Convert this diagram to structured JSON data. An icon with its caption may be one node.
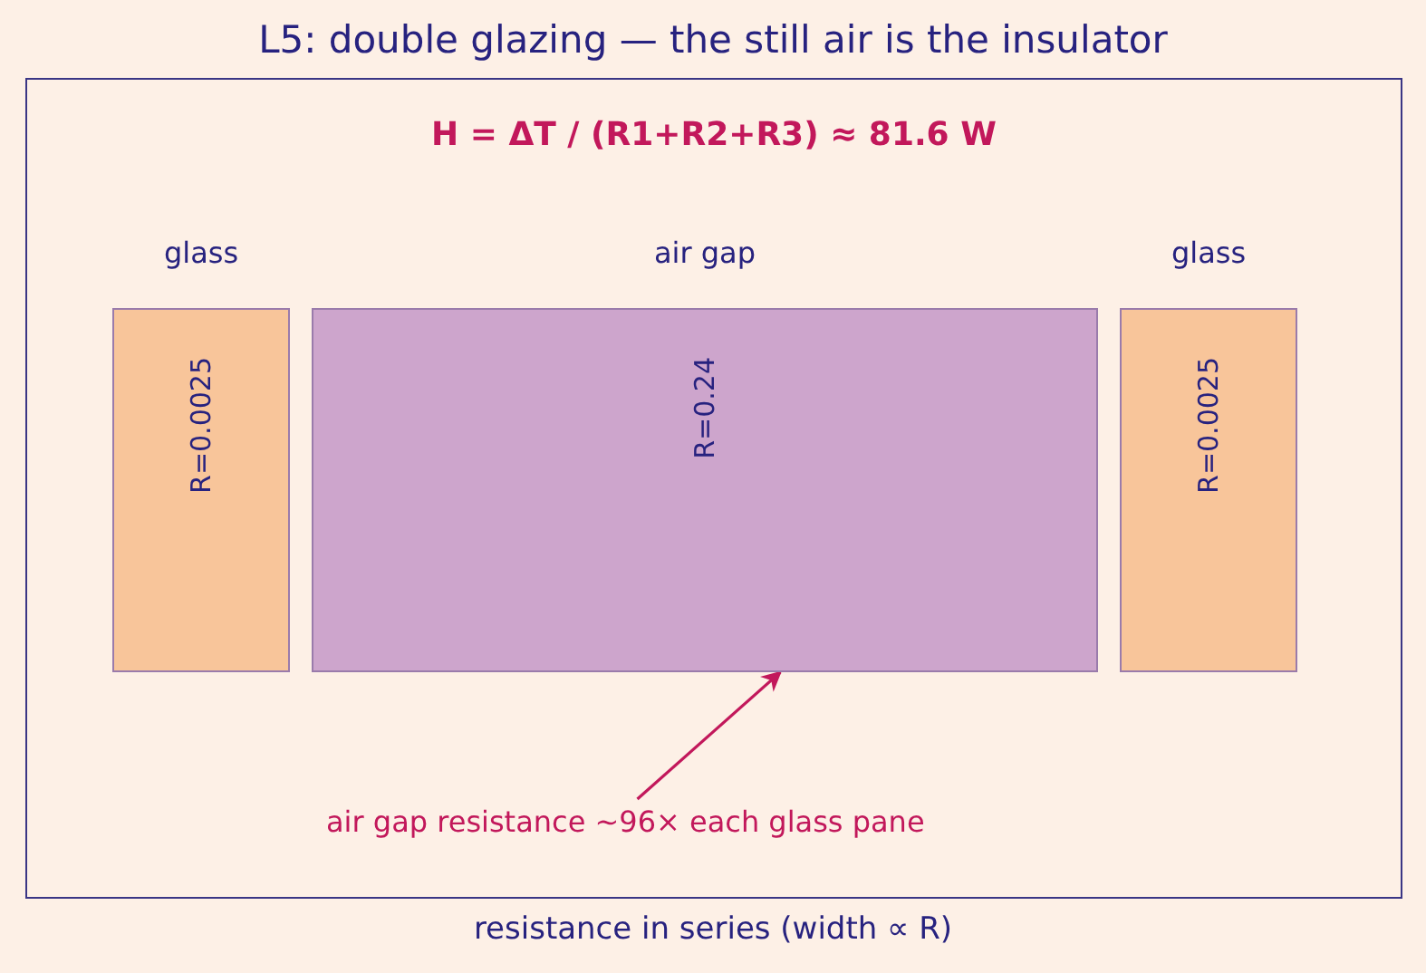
{
  "diagram": {
    "title": "L5: double glazing — the still air is the insulator",
    "caption": "resistance in series (width ∝ R)",
    "nodes": [
      {
        "text": [
          "H = ΔT / (R1+R2+R3) ≈ 81.6 W"
        ]
      },
      {
        "text": [
          "glass",
          "R=0.0025"
        ],
        "in": 0
      },
      {
        "text": [
          "air gap",
          "R=0.24"
        ],
        "in": 0
      },
      {
        "text": [
          "glass",
          "R=0.0025"
        ],
        "in": 0
      },
      {
        "text": [
          "air gap resistance ~96× each glass pane"
        ],
        "in": 0
      }
    ],
    "edges": [
      {
        "from": 4,
        "to": 2,
        "arrow": "to"
      }
    ]
  }
}
